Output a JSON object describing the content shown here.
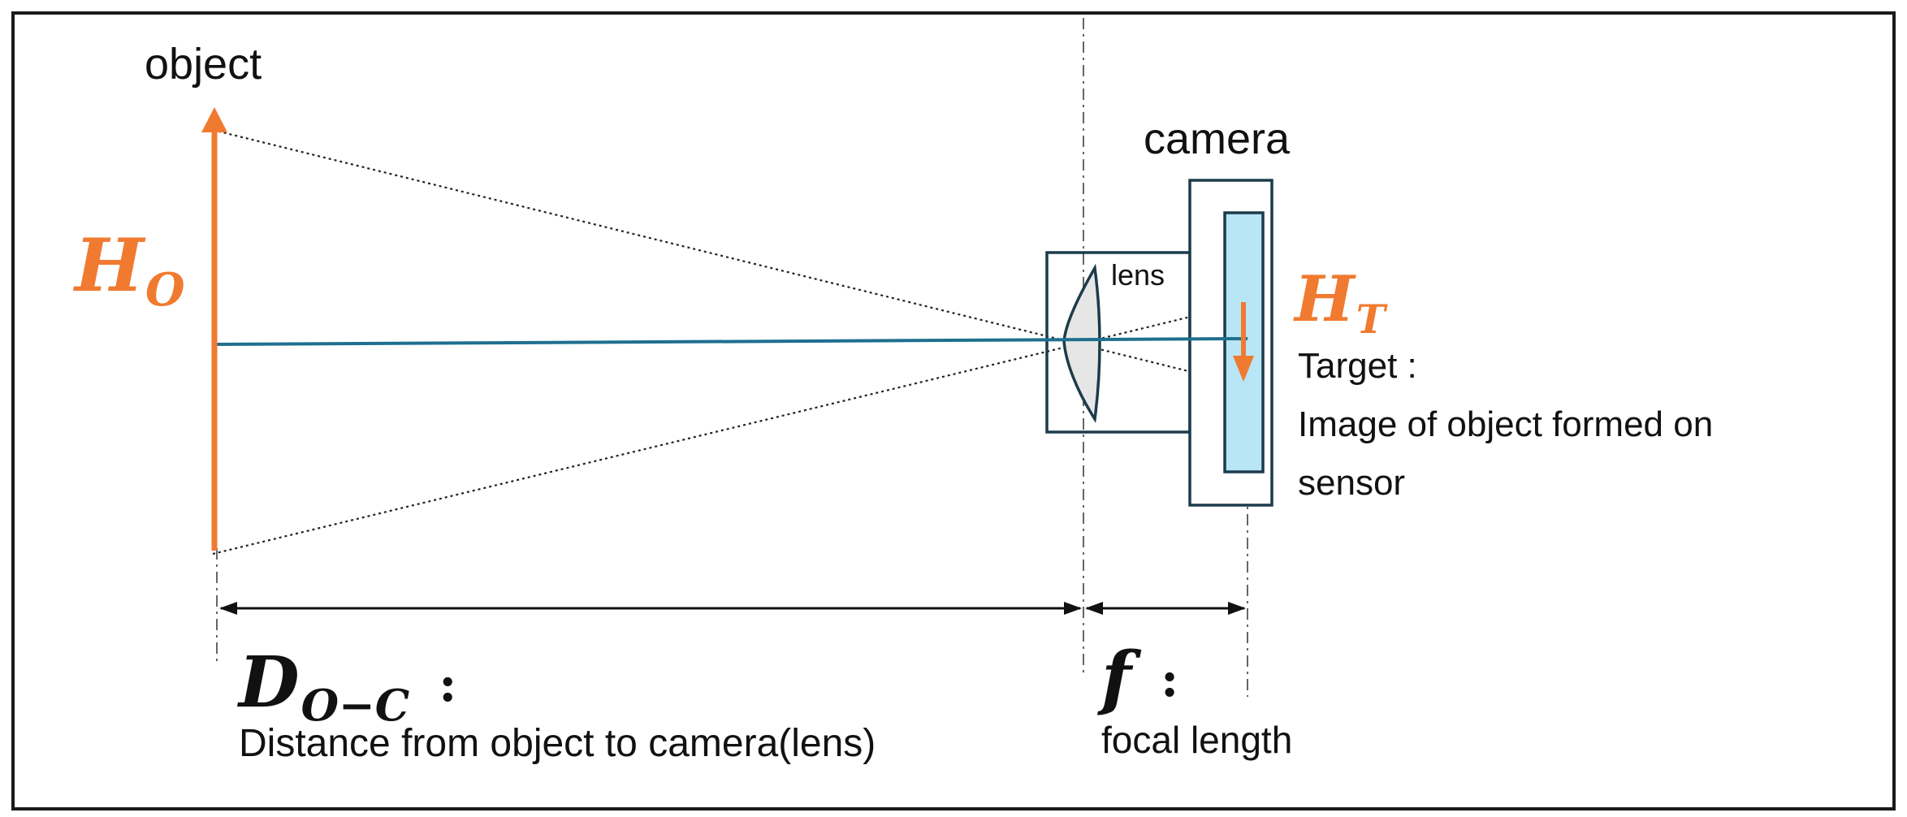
{
  "labels": {
    "object": "object",
    "camera": "camera",
    "lens": "lens",
    "target_title": "Target :",
    "target_line1": "Image of object formed on",
    "target_line2": "sensor",
    "distance_desc": "Distance from object to camera(lens)",
    "focal_desc": "focal length"
  },
  "symbols": {
    "object_height": {
      "main": "H",
      "sub": "O"
    },
    "target_height": {
      "main": "H",
      "sub": "T"
    },
    "distance": {
      "main": "D",
      "sub": "O−C",
      "suffix": ":"
    },
    "focal": {
      "main": "f",
      "suffix": ":"
    }
  },
  "colors": {
    "arrow": "#f07a30",
    "optical_axis": "#1f6f8f",
    "outline": "#1c3b4a",
    "sensor_fill": "#b8e6f5",
    "lens_fill": "#e6e6e6",
    "frame": "#1a1a1a"
  }
}
